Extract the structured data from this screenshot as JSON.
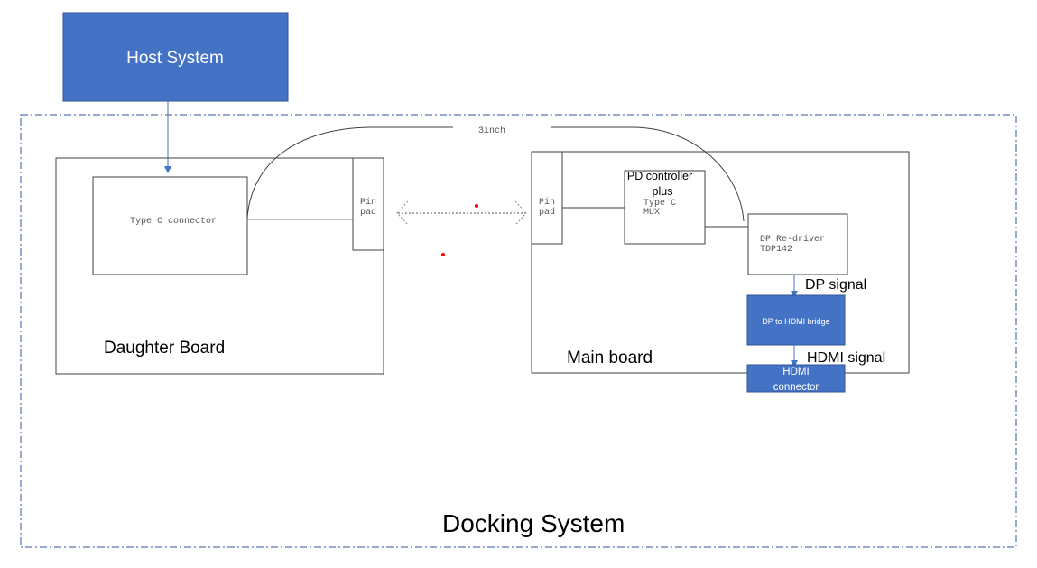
{
  "colors": {
    "blue_fill": "#4472C4",
    "blue_border": "#2F5597",
    "dashed_border": "#2F5597",
    "box_stroke": "#404040",
    "line_gray": "#808080",
    "arrow_blue": "#4472C4",
    "red_dot": "#FF0000"
  },
  "host": {
    "label": "Host System"
  },
  "docking": {
    "label": "Docking System"
  },
  "daughter_board": {
    "label": "Daughter Board",
    "connector": "Type C connector",
    "pin_pad_line1": "Pin",
    "pin_pad_line2": "pad"
  },
  "main_board": {
    "label": "Main board",
    "pin_pad_line1": "Pin",
    "pin_pad_line2": "pad",
    "pd_title_line1": "PD controller",
    "pd_title_line2": "plus",
    "mux_line1": "Type C",
    "mux_line2": "MUX",
    "redriver_line1": "DP Re-driver",
    "redriver_line2": "TDP142",
    "dp_signal": "DP signal",
    "bridge": "DP to HDMI bridge",
    "hdmi_signal": "HDMI signal",
    "hdmi_connector_line1": "HDMI",
    "hdmi_connector_line2": "connector"
  },
  "cable": {
    "length_label": "3inch"
  }
}
